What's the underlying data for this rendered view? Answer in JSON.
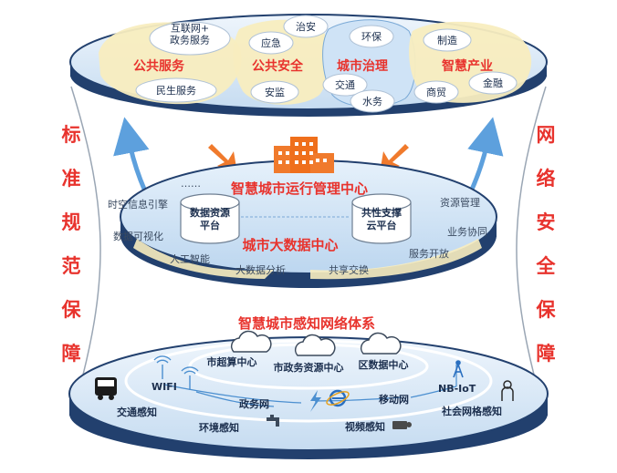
{
  "side_left": [
    "标",
    "准",
    "规",
    "范",
    "保",
    "障"
  ],
  "side_right": [
    "网",
    "络",
    "安",
    "全",
    "保",
    "障"
  ],
  "top_layer": {
    "sectors": [
      {
        "title": "公共服务",
        "items": [
          "互联网+\n政务服务",
          "民生服务"
        ]
      },
      {
        "title": "公共安全",
        "items": [
          "治安",
          "应急",
          "安监"
        ]
      },
      {
        "title": "城市治理",
        "items": [
          "环保",
          "交通",
          "水务"
        ]
      },
      {
        "title": "智慧产业",
        "items": [
          "制造",
          "商贸",
          "金融"
        ]
      }
    ]
  },
  "middle_layer": {
    "ops_center": "智慧城市运行管理中心",
    "data_center": "城市大数据中心",
    "platform_left": "数据资源\n平台",
    "platform_right": "共性支撑\n云平台",
    "ellipsis": "……",
    "labels": [
      "时空信息引擎",
      "数据可视化",
      "人工智能",
      "大数据分析",
      "共享交换",
      "服务开放",
      "业务协同",
      "资源管理"
    ]
  },
  "bottom_layer": {
    "title": "智慧城市感知网络体系",
    "clouds": [
      "市超算中心",
      "市政务资源中心",
      "区数据中心"
    ],
    "networks": [
      "WIFI",
      "政务网",
      "移动网",
      "NB-IoT"
    ],
    "sensing": [
      "交通感知",
      "环境感知",
      "视频感知",
      "社会网格感知"
    ]
  },
  "colors": {
    "accent_red": "#e8332d",
    "deep_blue": "#2a4a7a",
    "light_blue": "#cfe3f6",
    "sector_yellow": "#f8edbf",
    "arrow_blue": "#5da0dd",
    "arrow_orange": "#f07a2c"
  }
}
